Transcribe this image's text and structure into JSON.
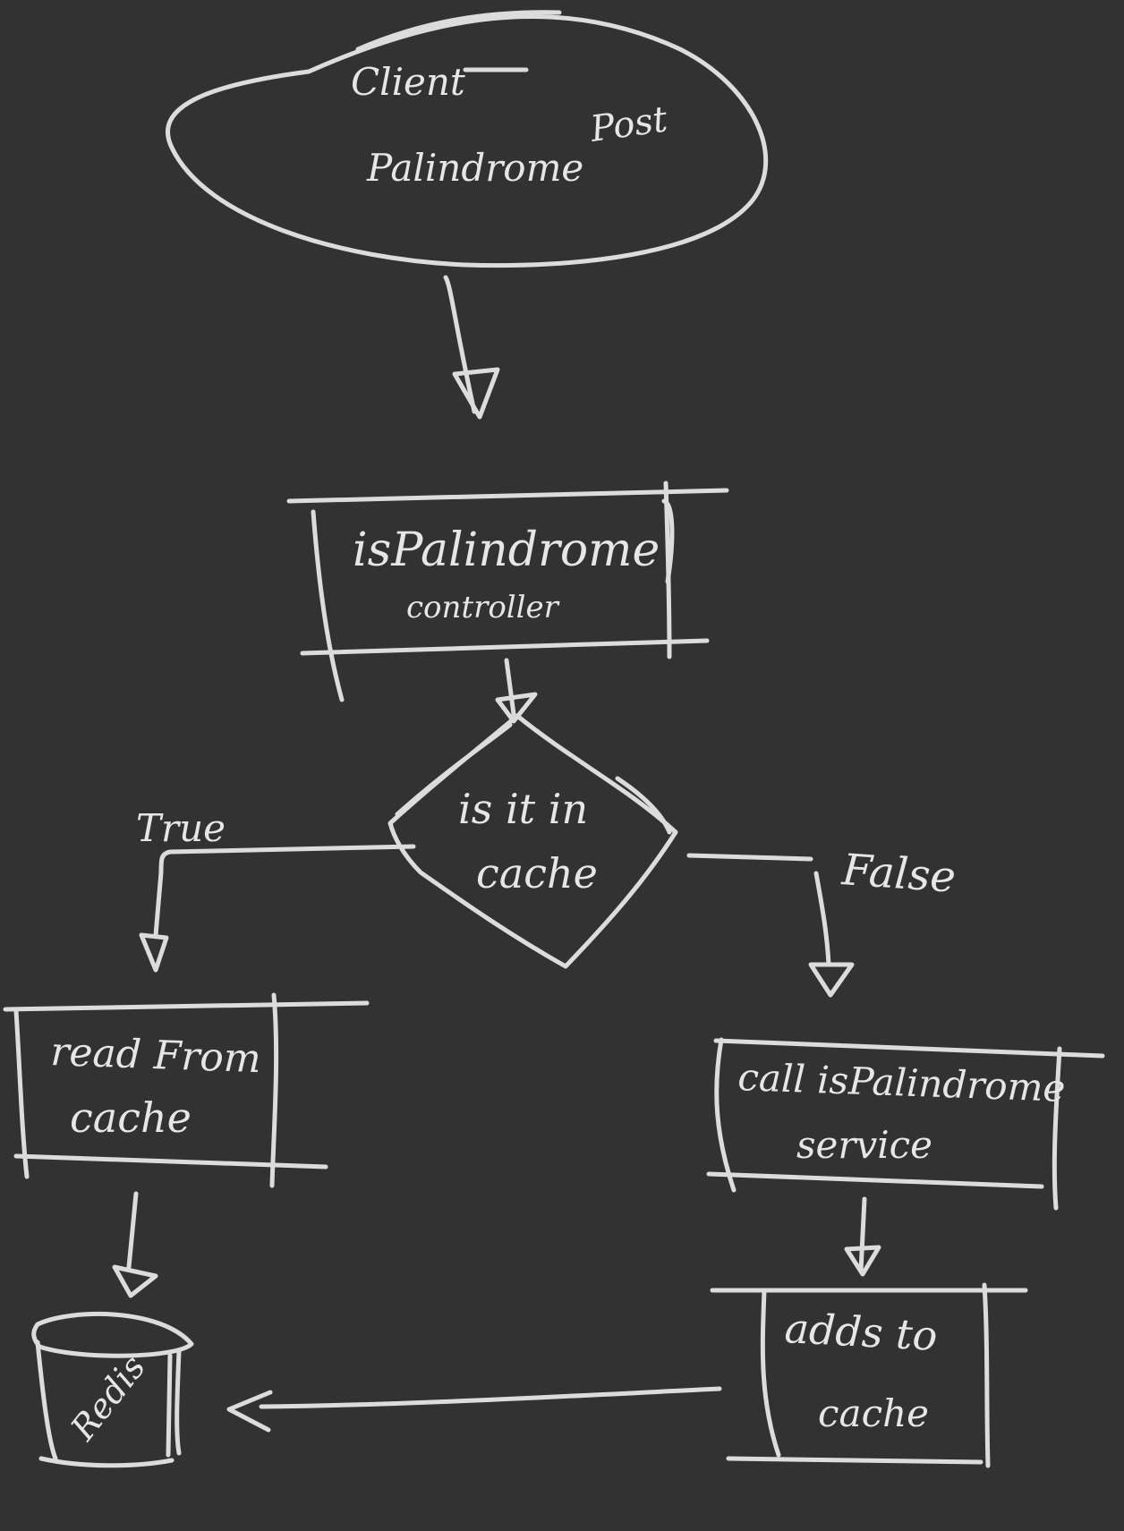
{
  "diagram": {
    "start": {
      "line1": "Client",
      "method": "Post",
      "line2": "Palindrome"
    },
    "controller": {
      "line1": "isPalindrome",
      "line2": "controller"
    },
    "decision": {
      "line1": "is it in",
      "line2": "cache"
    },
    "edges": {
      "true_label": "True",
      "false_label": "False"
    },
    "read_box": {
      "line1": "read From",
      "line2": "cache"
    },
    "service_box": {
      "line1": "call isPalindrome",
      "line2": "service"
    },
    "adds_box": {
      "line1": "adds to",
      "line2": "cache"
    },
    "store": {
      "label": "Redis"
    }
  }
}
